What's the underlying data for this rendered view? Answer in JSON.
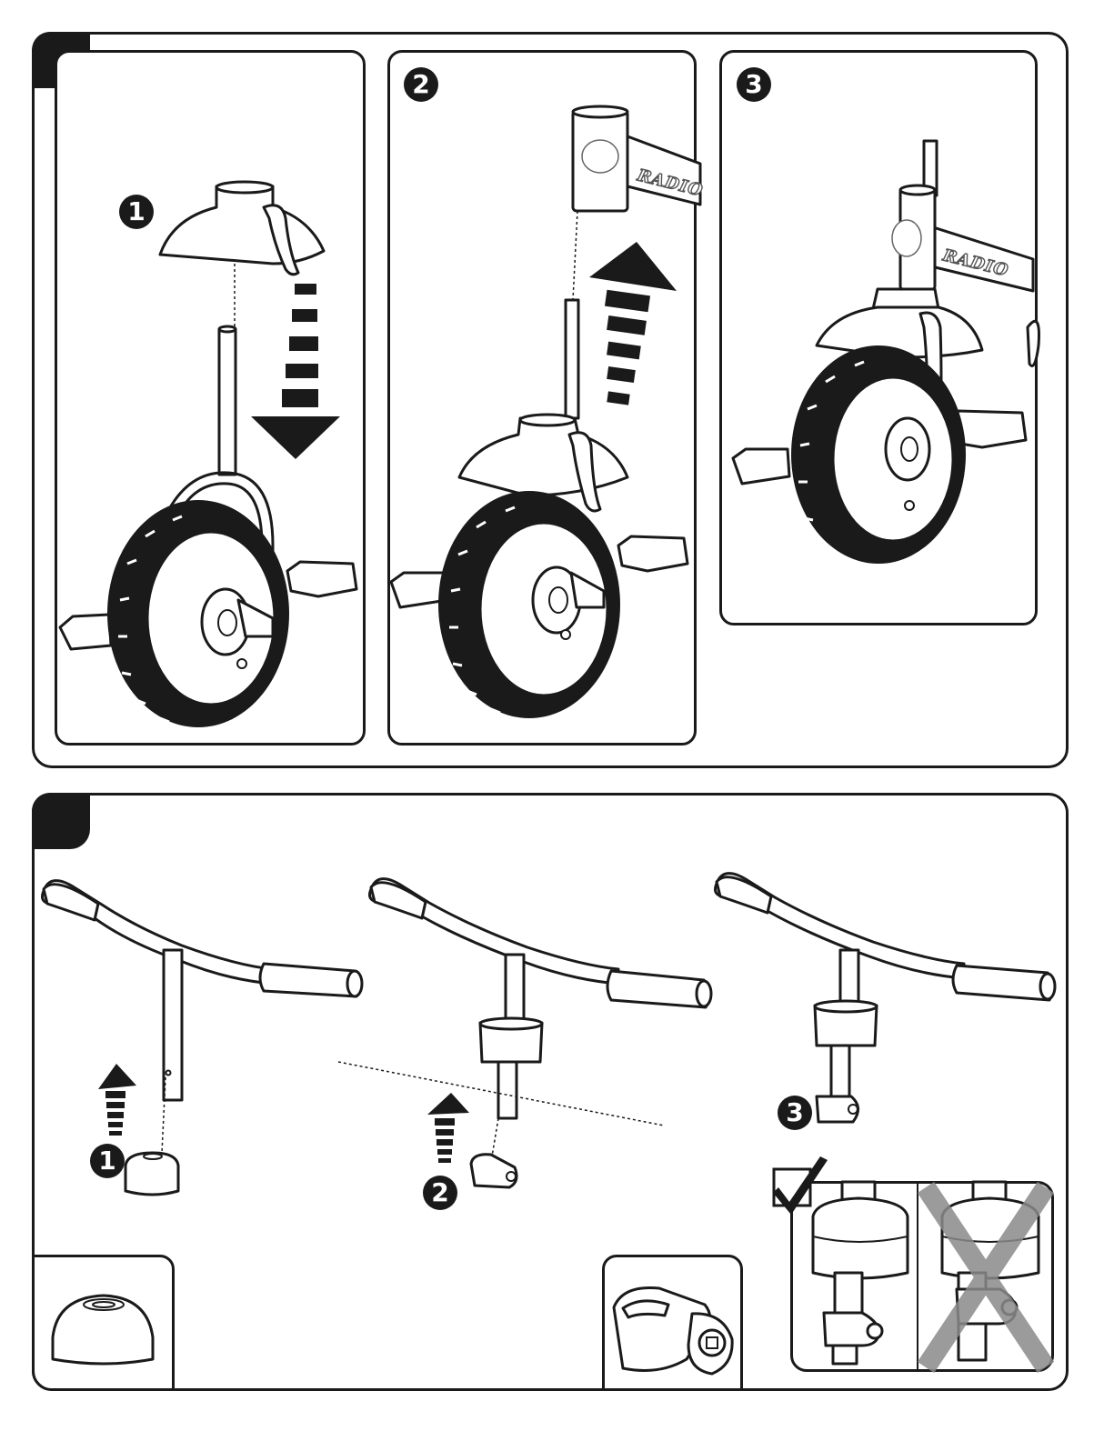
{
  "steps": {
    "one": "1",
    "two": "2",
    "three": "3"
  },
  "brand": {
    "frame_logo": "RADIO"
  },
  "icons": {
    "check": "checkmark-icon",
    "cross": "cross-out-icon",
    "arrow_down": "dashed-arrow-down-icon",
    "arrow_up": "dashed-arrow-up-icon"
  },
  "colors": {
    "ink": "#1a1a1a",
    "wrong_mark": "#8a8a8a"
  }
}
